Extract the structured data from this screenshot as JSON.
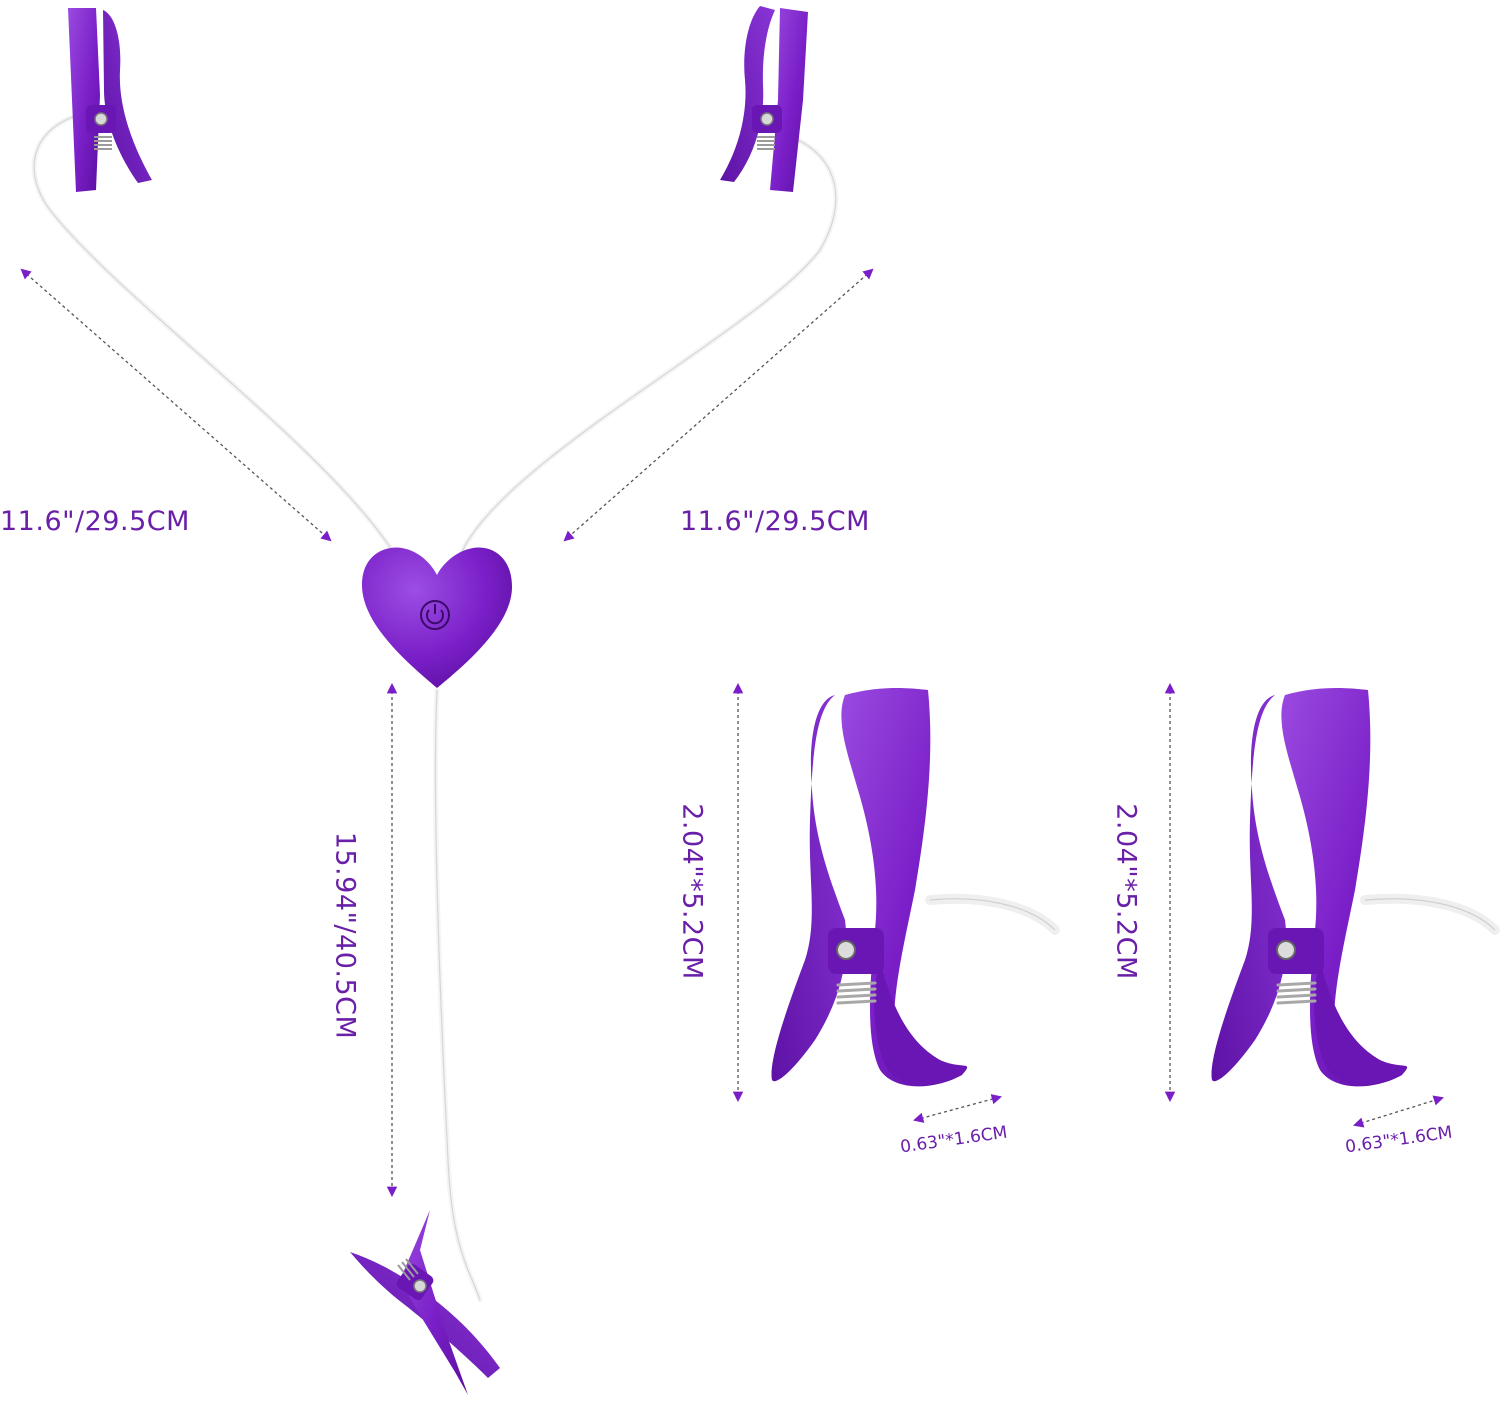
{
  "colors": {
    "product_purple": "#7a1fc8",
    "product_purple_dark": "#5a0fa0",
    "product_purple_light": "#9a4ae0",
    "cable": "#f2f2f2",
    "dimension_text": "#6a1fa8",
    "arrow": "#7a1fc8",
    "background": "#ffffff"
  },
  "icons": {
    "power": "power-icon"
  },
  "dimensions": {
    "left_cable": "11.6\"/29.5CM",
    "right_cable": "11.6\"/29.5CM",
    "bottom_cable": "15.94\"/40.5CM",
    "clip_height_1": "2.04\"*5.2CM",
    "clip_height_2": "2.04\"*5.2CM",
    "clip_width_1": "0.63\"*1.6CM",
    "clip_width_2": "0.63\"*1.6CM"
  }
}
